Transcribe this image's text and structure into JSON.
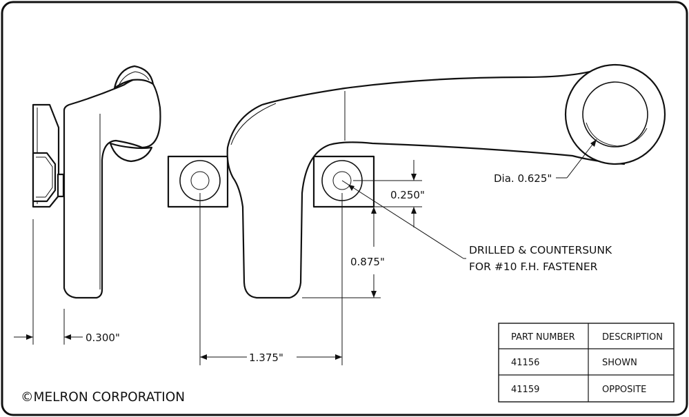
{
  "dimensions": {
    "thickness": "0.300\"",
    "hole_spacing": "1.375\"",
    "height_below_hole": "0.875\"",
    "hole_to_edge": "0.250\"",
    "ring_diameter": "Dia. 0.625\""
  },
  "note": {
    "line1": "DRILLED & COUNTERSUNK",
    "line2": "FOR #10 F.H. FASTENER"
  },
  "copyright": "©MELRON CORPORATION",
  "table": {
    "headers": [
      "PART NUMBER",
      "DESCRIPTION"
    ],
    "rows": [
      [
        "41156",
        "SHOWN"
      ],
      [
        "41159",
        "OPPOSITE"
      ]
    ]
  }
}
